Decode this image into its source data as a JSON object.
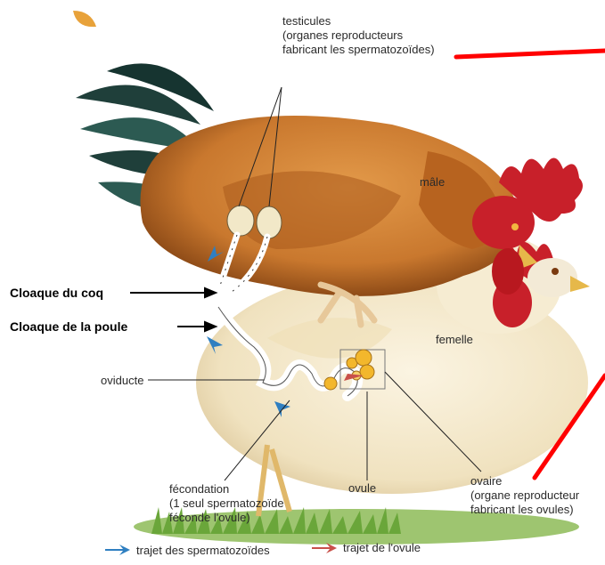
{
  "labels": {
    "testicules": [
      "testicules",
      "(organes reproducteurs",
      "fabricant les spermatozoïdes)"
    ],
    "male": "mâle",
    "femelle": "femelle",
    "cloaque_coq": "Cloaque du coq",
    "cloaque_poule": "Cloaque de la poule",
    "oviducte": "oviducte",
    "fecondation": [
      "fécondation",
      "(1 seul spermatozoïde",
      "féconde l'ovule)"
    ],
    "ovule": "ovule",
    "ovaire": [
      "ovaire",
      "(organe reproducteur",
      "fabricant les ovules)"
    ]
  },
  "legend": {
    "sperm_path": "trajet des spermatozoïdes",
    "ovum_path": "trajet de l'ovule"
  },
  "colors": {
    "sperm_arrow": "#2f7fc1",
    "ovum_arrow": "#c9504a",
    "annotation_line": "#ff0000",
    "rooster_body": "#c9782e",
    "hen_body": "#f4ead0",
    "comb": "#c8202a",
    "tail": "#1f3f3a",
    "grass": "#6aa63a"
  },
  "icons": [
    "sperm-arrow-icon",
    "ovum-arrow-icon"
  ]
}
